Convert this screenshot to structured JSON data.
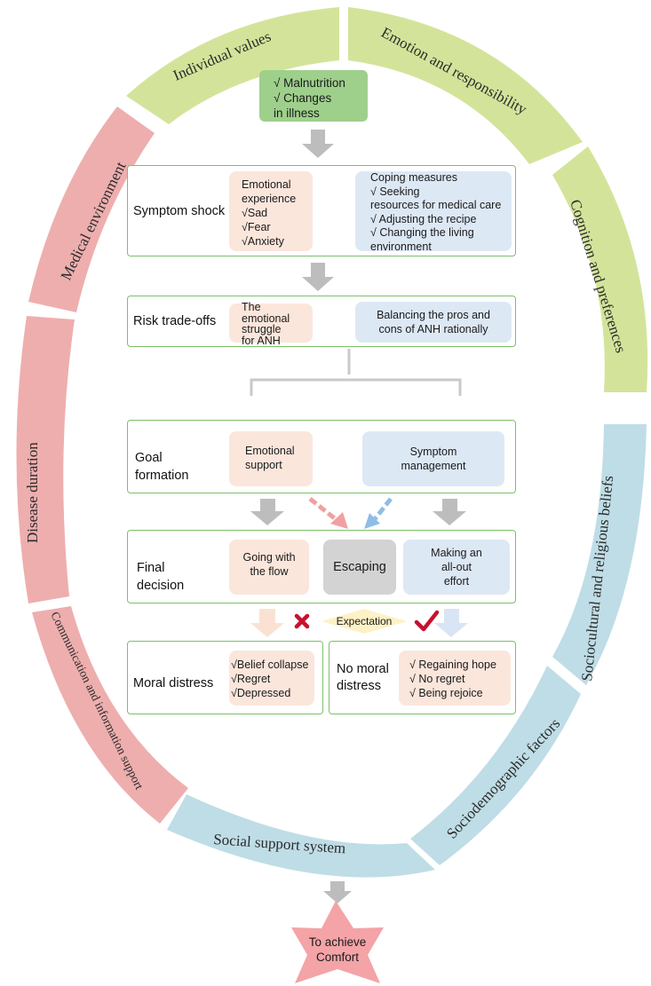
{
  "ring_segments": {
    "individual_values": "Individual values",
    "emotion_responsibility": "Emotion and responsibility",
    "cognition_preferences": "Cognition and preferences",
    "sociocultural_religious": "Sociocultural and religious beliefs",
    "sociodemographic": "Sociodemographic factors",
    "social_support": "Social support system",
    "communication_info": "Communication and information support",
    "disease_duration": "Disease duration",
    "medical_environment": "Medical environment"
  },
  "ring_colors": {
    "green": "#d3e49a",
    "pink": "#eeaeae",
    "blue": "#bfdde6"
  },
  "top_box": "√ Malnutrition\n√ Changes\n   in illness",
  "symptom_shock": {
    "label": "Symptom shock",
    "emotional": "Emotional\nexperience\n√Sad\n√Fear\n√Anxiety",
    "coping": "Coping measures\n √ Seeking\n    resources for medical care\n√ Adjusting the recipe\n√ Changing the living\n   environment"
  },
  "risk_tradeoffs": {
    "label": "Risk trade-offs",
    "emotional": "The\nemotional\nstruggle\nfor ANH",
    "rational": "Balancing the pros and\ncons of ANH rationally"
  },
  "goal_formation": {
    "label": "Goal\nformation",
    "emotional": "Emotional\nsupport",
    "symptom": "Symptom\nmanagement"
  },
  "final_decision": {
    "label": "Final\ndecision",
    "flow": "Going with\nthe flow",
    "escaping": "Escaping",
    "effort": "Making an\nall-out\neffort"
  },
  "expectation": "Expectation",
  "moral_distress": {
    "label": "Moral distress",
    "items": "√Belief collapse\n√Regret\n√Depressed"
  },
  "no_moral_distress": {
    "label": "No moral\ndistress",
    "items": "√ Regaining hope\n√ No regret\n√ Being rejoice"
  },
  "goal": "To achieve\nComfort"
}
